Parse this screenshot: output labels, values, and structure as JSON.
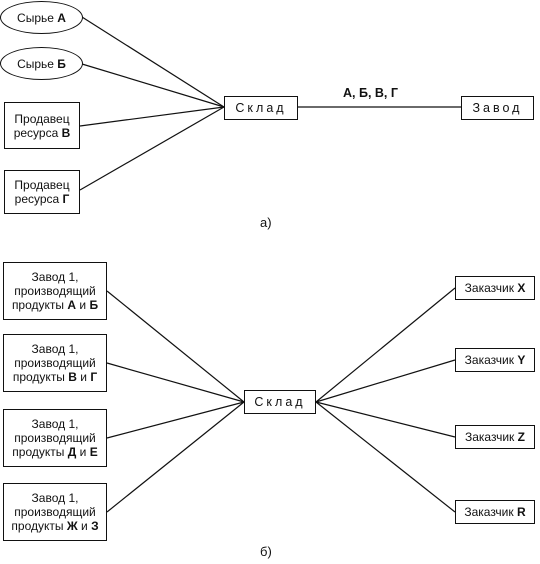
{
  "part_a": {
    "sources": [
      {
        "text": "Сырье",
        "bold": "А"
      },
      {
        "text": "Сырье",
        "bold": "Б"
      },
      {
        "line1": "Продавец",
        "line2": "ресурса",
        "bold": "В"
      },
      {
        "line1": "Продавец",
        "line2": "ресурса",
        "bold": "Г"
      }
    ],
    "warehouse": "Склад",
    "flow_label": "А, Б, В, Г",
    "plant": "Завод",
    "caption": "а)"
  },
  "part_b": {
    "plants": [
      {
        "line1": "Завод 1,",
        "line2": "производящий",
        "line3": "продукты",
        "b1": "А",
        "conj": "и",
        "b2": "Б"
      },
      {
        "line1": "Завод 1,",
        "line2": "производящий",
        "line3": "продукты",
        "b1": "В",
        "conj": "и",
        "b2": "Г"
      },
      {
        "line1": "Завод 1,",
        "line2": "производящий",
        "line3": "продукты",
        "b1": "Д",
        "conj": "и",
        "b2": "Е"
      },
      {
        "line1": "Завод 1,",
        "line2": "производящий",
        "line3": "продукты",
        "b1": "Ж",
        "conj": "и",
        "b2": "З"
      }
    ],
    "warehouse": "Склад",
    "customers": [
      {
        "text": "Заказчик",
        "bold": "X"
      },
      {
        "text": "Заказчик",
        "bold": "Y"
      },
      {
        "text": "Заказчик",
        "bold": "Z"
      },
      {
        "text": "Заказчик",
        "bold": "R"
      }
    ],
    "caption": "б)"
  }
}
